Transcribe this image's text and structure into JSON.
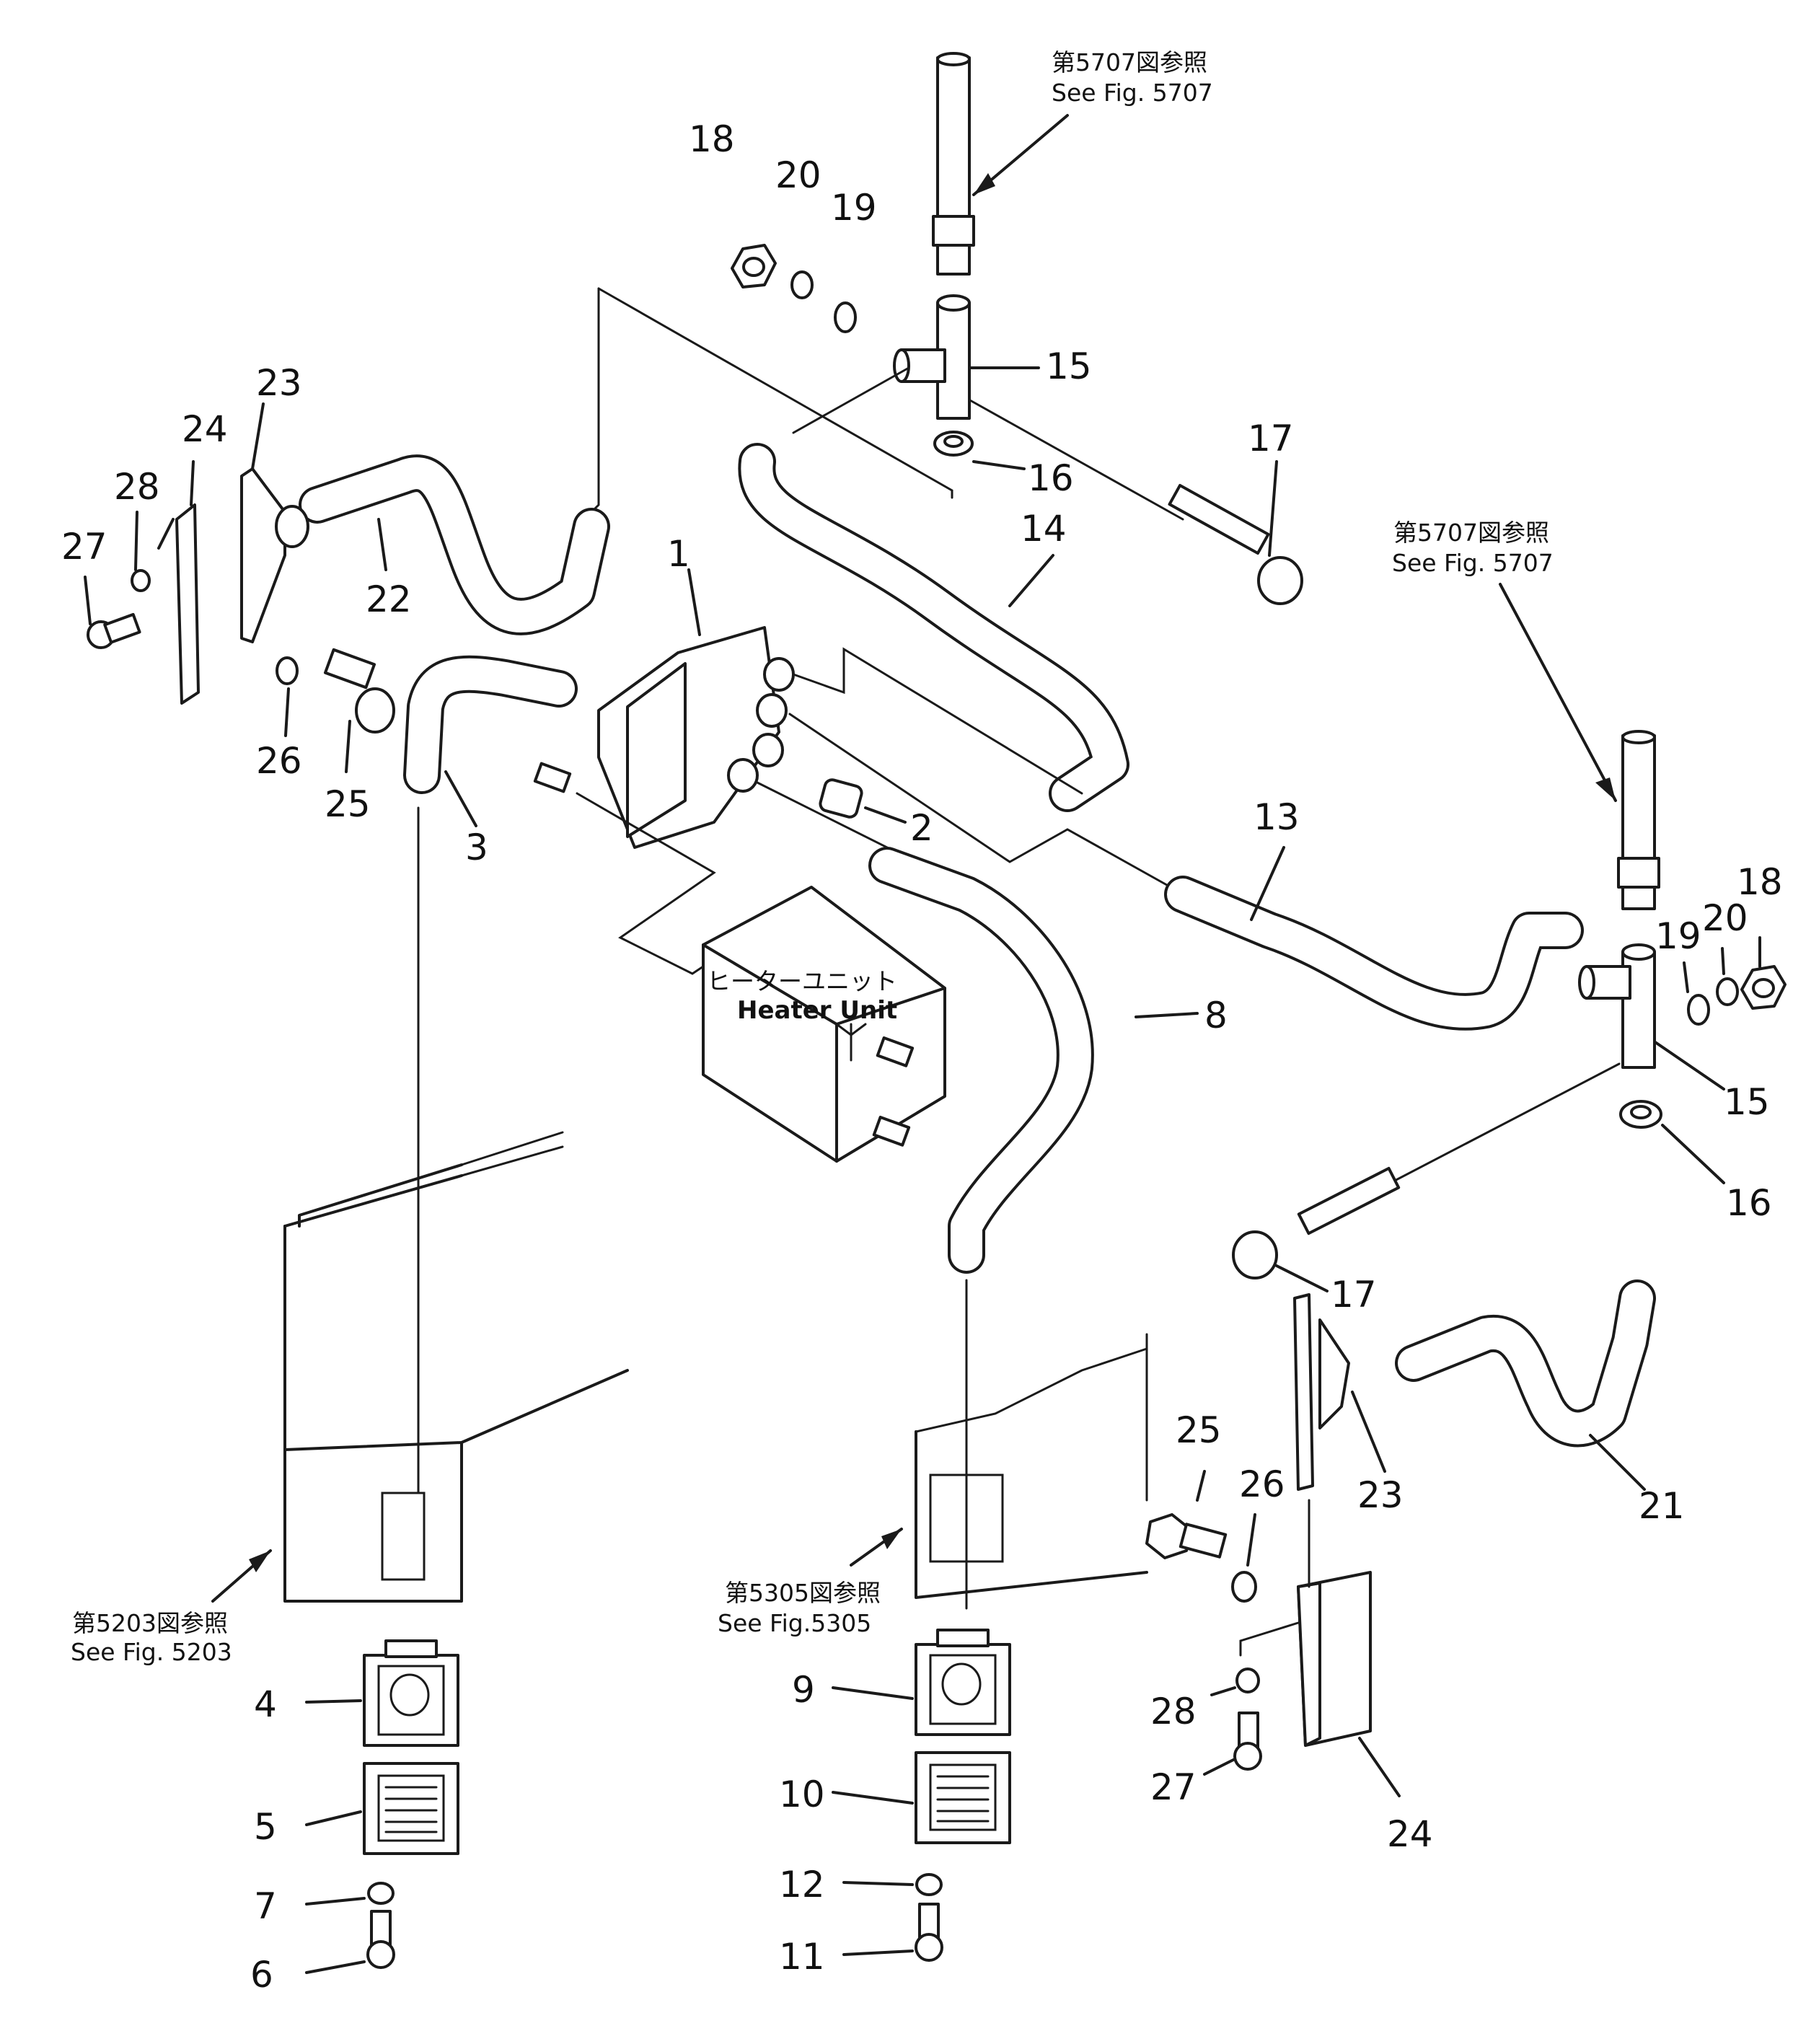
{
  "heater_unit": {
    "label_jp": "ヒーターユニット",
    "label_en": "Heater Unit"
  },
  "references": [
    {
      "jp": "第5707図参照",
      "en": "See Fig. 5707"
    },
    {
      "jp": "第5707図参照",
      "en": "See Fig. 5707"
    },
    {
      "jp": "第5203図参照",
      "en": "See Fig. 5203"
    },
    {
      "jp": "第5305図参照",
      "en": "See Fig.5305"
    }
  ],
  "callouts": [
    "1",
    "2",
    "3",
    "4",
    "5",
    "6",
    "7",
    "8",
    "9",
    "10",
    "11",
    "12",
    "13",
    "14",
    "15",
    "15",
    "16",
    "16",
    "17",
    "17",
    "18",
    "18",
    "19",
    "19",
    "20",
    "20",
    "21",
    "22",
    "23",
    "23",
    "24",
    "24",
    "25",
    "25",
    "26",
    "26",
    "27",
    "27",
    "28",
    "28"
  ],
  "colors": {
    "ink": "#1a1a1a",
    "paper": "#ffffff"
  }
}
